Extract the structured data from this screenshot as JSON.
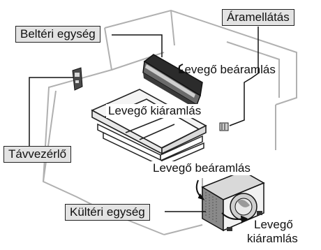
{
  "labels": {
    "indoor_unit": "Beltéri egység",
    "power_supply": "Áramellátás",
    "air_inlet_top": "Levegő beáramlás",
    "air_outlet_indoor": "Levegő kiáramlás",
    "remote_controller": "Távvezérlő",
    "air_inlet_bottom": "Levegő beáramlás",
    "outdoor_unit": "Kültéri egység",
    "air_outlet_outdoor_line1": "Levegő",
    "air_outlet_outdoor_line2": "kiáramlás"
  },
  "colors": {
    "label_box": "#e3e3e3",
    "outline": "#222222",
    "room_line": "#aaaaaa"
  }
}
